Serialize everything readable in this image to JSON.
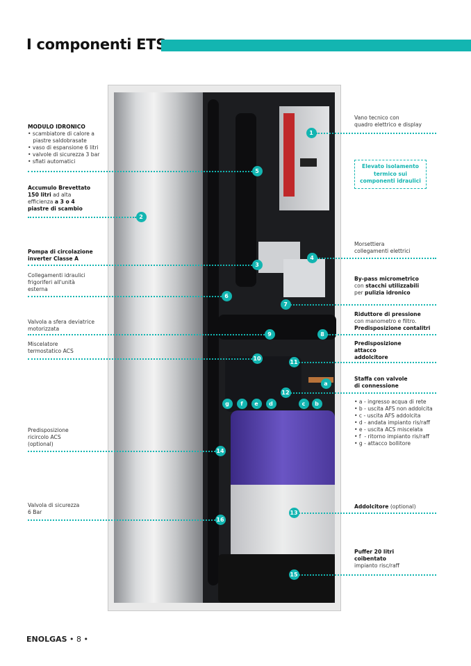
{
  "header": {
    "title": "I componenti ETS"
  },
  "accent_color": "#13b5b1",
  "markers": [
    {
      "id": "1"
    },
    {
      "id": "2"
    },
    {
      "id": "3"
    },
    {
      "id": "4"
    },
    {
      "id": "5"
    },
    {
      "id": "6"
    },
    {
      "id": "7"
    },
    {
      "id": "8"
    },
    {
      "id": "9"
    },
    {
      "id": "10"
    },
    {
      "id": "11"
    },
    {
      "id": "12"
    },
    {
      "id": "13"
    },
    {
      "id": "14"
    },
    {
      "id": "15"
    },
    {
      "id": "16"
    },
    {
      "id": "a"
    },
    {
      "id": "b"
    },
    {
      "id": "c"
    },
    {
      "id": "d"
    },
    {
      "id": "e"
    },
    {
      "id": "f"
    },
    {
      "id": "g"
    }
  ],
  "left_labels": [
    {
      "lines": [
        [
          {
            "t": "MODULO IDRONICO",
            "b": 1
          }
        ],
        [
          {
            "t": "• scambiatore di calore a"
          }
        ],
        [
          {
            "t": "   piastre saldobrasate"
          }
        ],
        [
          {
            "t": "• vaso di espansione 6 litri"
          }
        ],
        [
          {
            "t": "• valvole di sicurezza 3 bar"
          }
        ],
        [
          {
            "t": "• sfiati automatici"
          }
        ]
      ]
    },
    {
      "lines": [
        [
          {
            "t": "Accumulo Brevettato",
            "b": 1
          }
        ],
        [
          {
            "t": "150 litri",
            "b": 1
          },
          {
            "t": " ad alta"
          }
        ],
        [
          {
            "t": "efficienza "
          },
          {
            "t": "a 3 o 4",
            "b": 1
          }
        ],
        [
          {
            "t": "piastre di scambio",
            "b": 1
          }
        ]
      ]
    },
    {
      "lines": [
        [
          {
            "t": "Pompa di circolazione",
            "b": 1
          }
        ],
        [
          {
            "t": "inverter Classe A",
            "b": 1
          }
        ]
      ]
    },
    {
      "lines": [
        [
          {
            "t": "Collegamenti idraulici"
          }
        ],
        [
          {
            "t": "frigoriferi all'unità"
          }
        ],
        [
          {
            "t": "esterna"
          }
        ]
      ]
    },
    {
      "lines": [
        [
          {
            "t": "Valvola a sfera deviatrice"
          }
        ],
        [
          {
            "t": "motorizzata"
          }
        ]
      ]
    },
    {
      "lines": [
        [
          {
            "t": "Miscelatore"
          }
        ],
        [
          {
            "t": "termostatico ACS"
          }
        ]
      ]
    },
    {
      "lines": [
        [
          {
            "t": "Predisposizione"
          }
        ],
        [
          {
            "t": "ricircolo ACS"
          }
        ],
        [
          {
            "t": "(optional)"
          }
        ]
      ]
    },
    {
      "lines": [
        [
          {
            "t": "Valvola di sicurezza"
          }
        ],
        [
          {
            "t": "6 Bar"
          }
        ]
      ]
    }
  ],
  "right_labels": [
    {
      "lines": [
        [
          {
            "t": "Vano tecnico con"
          }
        ],
        [
          {
            "t": "quadro elettrico e display"
          }
        ]
      ]
    },
    {
      "lines": [
        [
          {
            "t": "Morsettiera"
          }
        ],
        [
          {
            "t": "collegamenti elettrici"
          }
        ]
      ]
    },
    {
      "lines": [
        [
          {
            "t": "By-pass micrometrico",
            "b": 1
          }
        ],
        [
          {
            "t": "con "
          },
          {
            "t": "stacchi utilizzabili",
            "b": 1
          }
        ],
        [
          {
            "t": "per "
          },
          {
            "t": "pulizia idronico",
            "b": 1
          }
        ]
      ]
    },
    {
      "lines": [
        [
          {
            "t": "Riduttore di pressione",
            "b": 1
          }
        ],
        [
          {
            "t": "con manometro e filtro."
          }
        ],
        [
          {
            "t": "Predisposizione contalitri",
            "b": 1
          }
        ]
      ]
    },
    {
      "lines": [
        [
          {
            "t": "Predisposizione",
            "b": 1
          }
        ],
        [
          {
            "t": "attacco",
            "b": 1
          }
        ],
        [
          {
            "t": "addolcitore",
            "b": 1
          }
        ]
      ]
    },
    {
      "lines": [
        [
          {
            "t": "Staffa con valvole",
            "b": 1
          }
        ],
        [
          {
            "t": "di connessione",
            "b": 1
          }
        ]
      ]
    },
    {
      "lines": [
        [
          {
            "t": "• a - ingresso acqua di rete"
          }
        ],
        [
          {
            "t": "• b - uscita AFS non addolcita"
          }
        ],
        [
          {
            "t": "• c - uscita AFS addolcita"
          }
        ],
        [
          {
            "t": "• d - andata impianto ris/raff"
          }
        ],
        [
          {
            "t": "• e - uscita ACS miscelata"
          }
        ],
        [
          {
            "t": "• f  - ritorno impianto ris/raff"
          }
        ],
        [
          {
            "t": "• g - attacco bollitore"
          }
        ]
      ]
    },
    {
      "lines": [
        [
          {
            "t": "Addolcitore",
            "b": 1
          },
          {
            "t": " (optional)"
          }
        ]
      ]
    },
    {
      "lines": [
        [
          {
            "t": "Puffer 20 litri",
            "b": 1
          }
        ],
        [
          {
            "t": "coibentato",
            "b": 1
          }
        ],
        [
          {
            "t": "impianto risc/raff"
          }
        ]
      ]
    }
  ],
  "note_box": {
    "lines": [
      "Elevato isolamento",
      "termico sui",
      "componenti idraulici"
    ]
  },
  "footer": {
    "brand": "ENOLGAS",
    "page": " • 8 •"
  }
}
